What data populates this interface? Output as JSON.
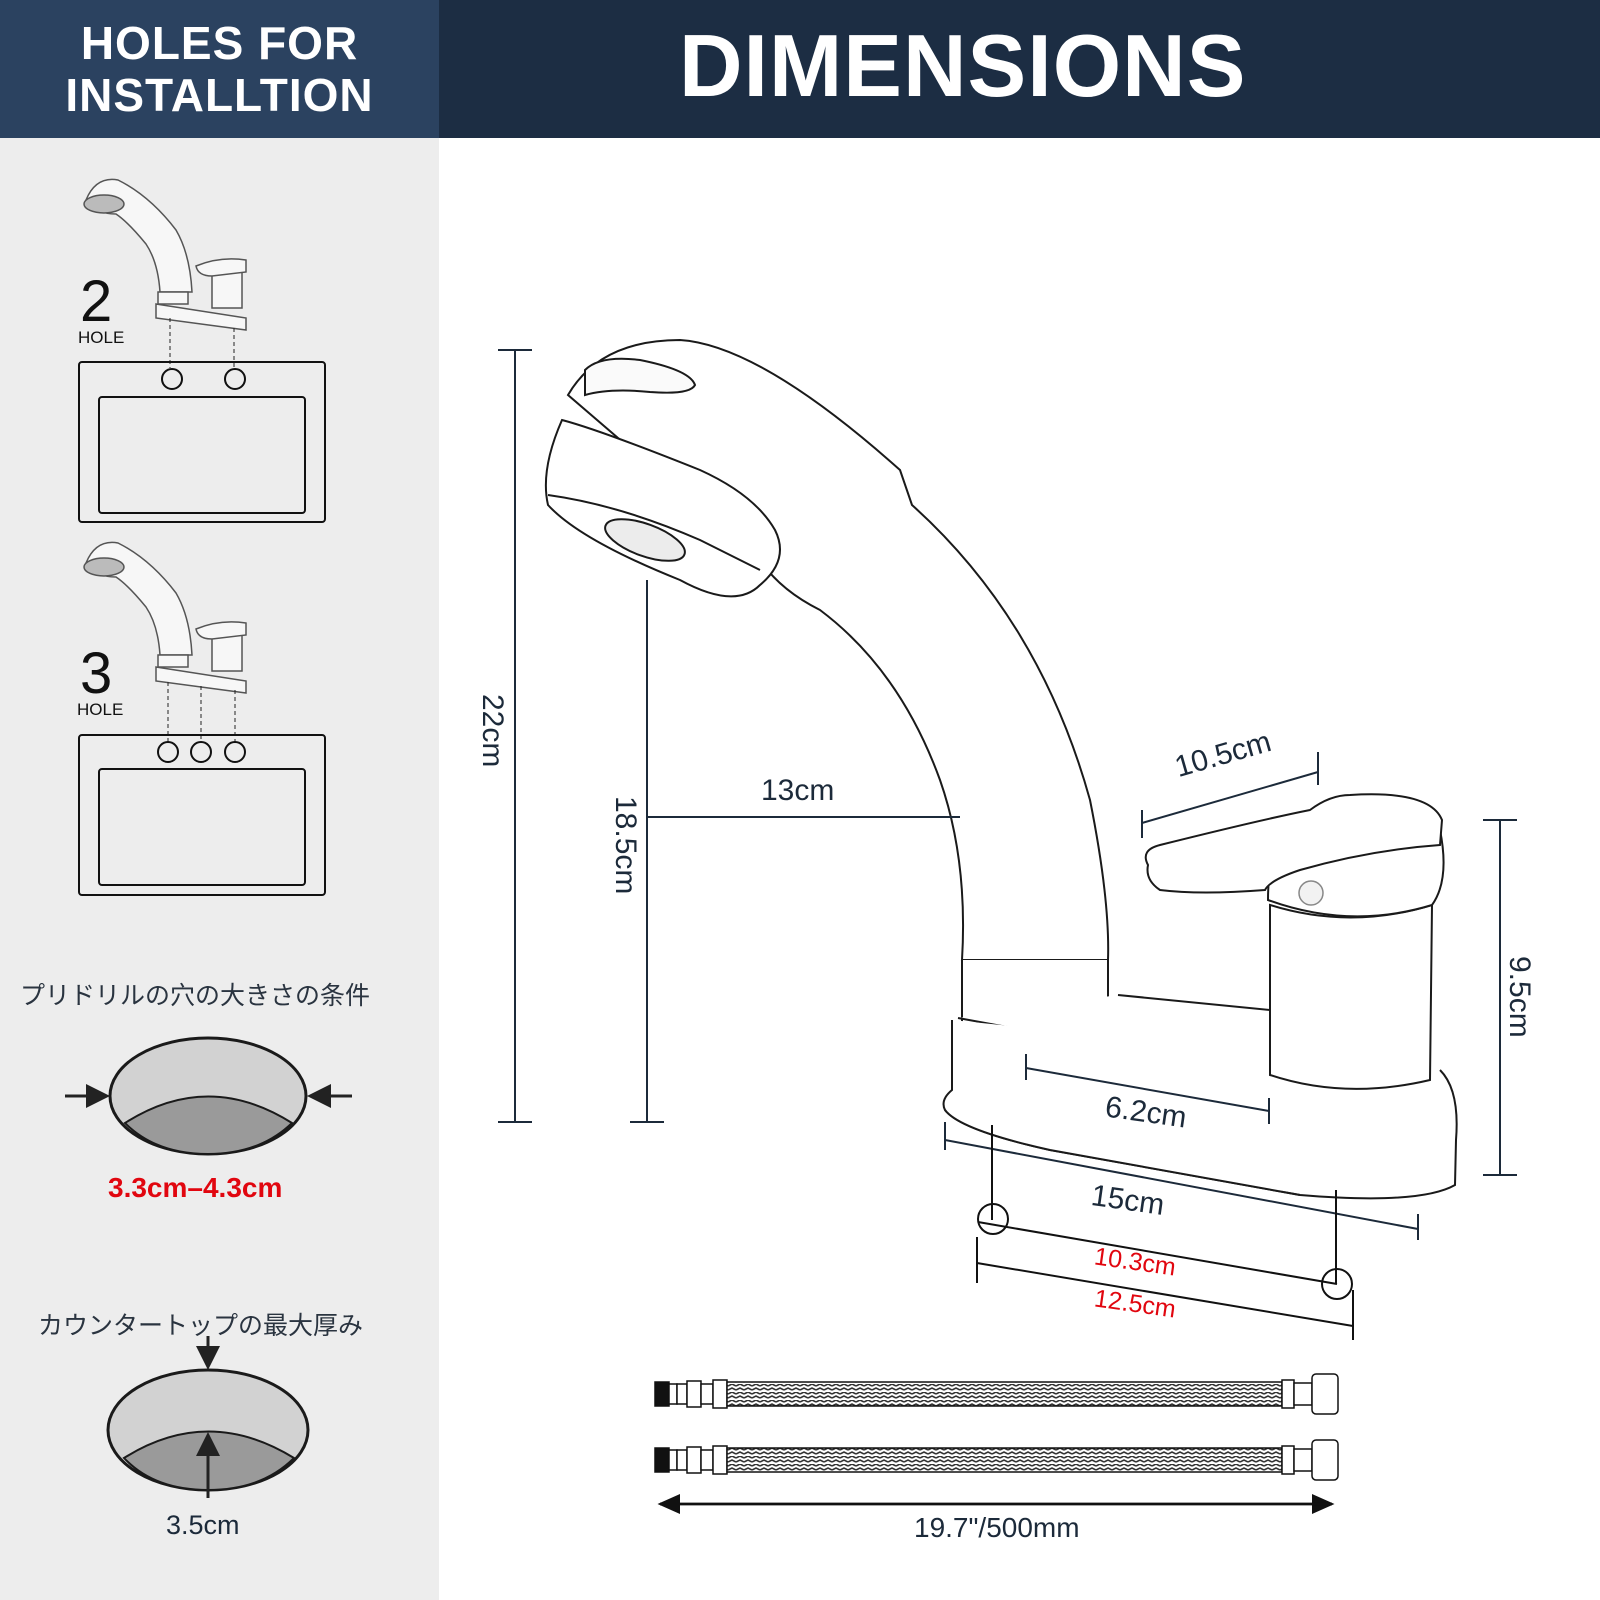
{
  "header": {
    "left_title_line1": "HOLES FOR",
    "left_title_line2": "INSTALLTION",
    "right_title": "DIMENSIONS",
    "colors": {
      "left_bg": "#2b4260",
      "right_bg": "#1c2d43",
      "text": "#ffffff"
    }
  },
  "sidebar": {
    "hole_options": [
      {
        "number": "2",
        "label": "HOLE",
        "holes": 2
      },
      {
        "number": "3",
        "label": "HOLE",
        "holes": 3
      }
    ],
    "drill_hole": {
      "title": "プリドリルの穴の大きさの条件",
      "value": "3.3cm–4.3cm",
      "value_color": "#e1060f"
    },
    "countertop": {
      "title": "カウンタートップの最大厚み",
      "value": "3.5cm"
    }
  },
  "dimensions": {
    "total_height": "22cm",
    "spout_height": "18.5cm",
    "spout_reach": "13cm",
    "handle_length": "10.5cm",
    "handle_height": "9.5cm",
    "base_inner": "6.2cm",
    "base_length": "15cm",
    "hole_spacing_min": "10.3cm",
    "hole_spacing_max": "12.5cm",
    "hose_length": "19.7\"/500mm",
    "accent_red": "#e1060f"
  }
}
